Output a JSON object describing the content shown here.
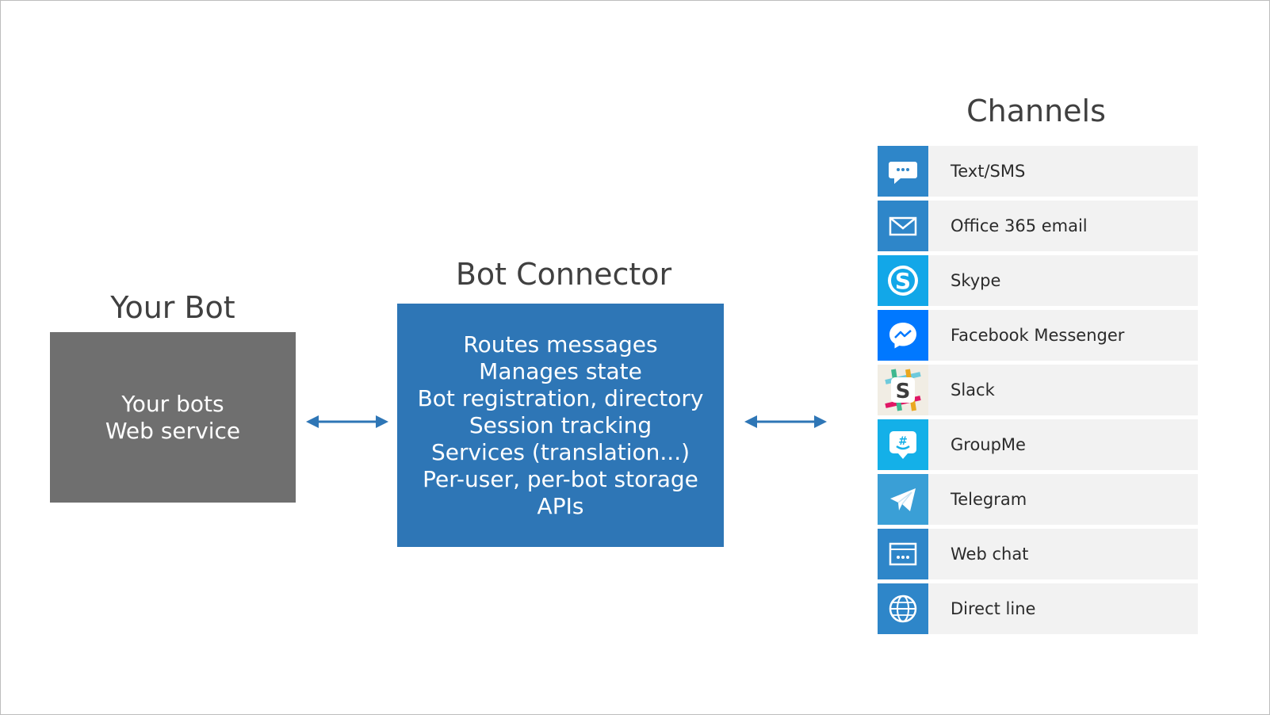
{
  "your_bot": {
    "title": "Your Bot",
    "line1": "Your bots",
    "line2": "Web service"
  },
  "connector": {
    "title": "Bot Connector",
    "features": [
      "Routes messages",
      "Manages state",
      "Bot registration, directory",
      "Session tracking",
      "Services (translation...)",
      "Per-user, per-bot storage",
      "APIs"
    ]
  },
  "channels": {
    "title": "Channels",
    "items": [
      {
        "label": "Text/SMS",
        "icon": "chat-bubble-icon",
        "color": "#2e86c9"
      },
      {
        "label": "Office 365 email",
        "icon": "envelope-icon",
        "color": "#2e86c9"
      },
      {
        "label": "Skype",
        "icon": "skype-icon",
        "color": "#12a7e8"
      },
      {
        "label": "Facebook Messenger",
        "icon": "messenger-icon",
        "color": "#0078ff"
      },
      {
        "label": "Slack",
        "icon": "slack-icon",
        "color": "#e8e8e8"
      },
      {
        "label": "GroupMe",
        "icon": "groupme-icon",
        "color": "#14b0e8"
      },
      {
        "label": "Telegram",
        "icon": "telegram-icon",
        "color": "#3a9fd6"
      },
      {
        "label": "Web chat",
        "icon": "web-chat-icon",
        "color": "#2e86c9"
      },
      {
        "label": "Direct line",
        "icon": "globe-icon",
        "color": "#2e86c9"
      }
    ]
  },
  "colors": {
    "bot_box": "#6f6f6f",
    "connector_box": "#2e76b6",
    "arrow": "#2e76b6"
  }
}
